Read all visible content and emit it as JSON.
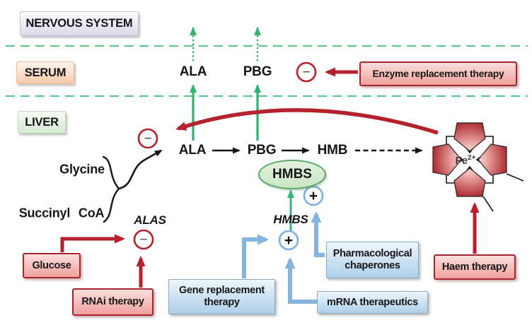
{
  "compartments": {
    "nervous_system": "NERVOUS SYSTEM",
    "serum": "SERUM",
    "liver": "LIVER"
  },
  "serum_metabolites": {
    "ala": "ALA",
    "pbg": "PBG"
  },
  "pathway": {
    "glycine": "Glycine",
    "succinyl_coa": "Succinyl CoA",
    "ala": "ALA",
    "pbg": "PBG",
    "hmb": "HMB",
    "haem": {
      "fe": "Fe",
      "charge": "2+"
    }
  },
  "genes": {
    "alas": "ALAS",
    "hmbs": "HMBS"
  },
  "enzymes": {
    "hmbs": "HMBS"
  },
  "signs": {
    "minus": "−",
    "plus": "+"
  },
  "therapies": {
    "enzyme_replacement": "Enzyme replacement therapy",
    "glucose": "Glucose",
    "rnai": "RNAi therapy",
    "gene_replacement": "Gene replacement therapy",
    "mrna": "mRNA therapeutics",
    "chaperones": "Pharmacological chaperones",
    "haem": "Haem therapy"
  },
  "colors": {
    "inhibition_red": "#b5212c",
    "activation_blue": "#85b5de",
    "pathway_green": "#33b06b",
    "divider_green": "#62c493",
    "red_box_border": "#a8242e",
    "blue_box_border": "#8ca8bf",
    "enzyme_oval_fill": "#d9eed3",
    "enzyme_oval_border": "#57aa6a"
  }
}
